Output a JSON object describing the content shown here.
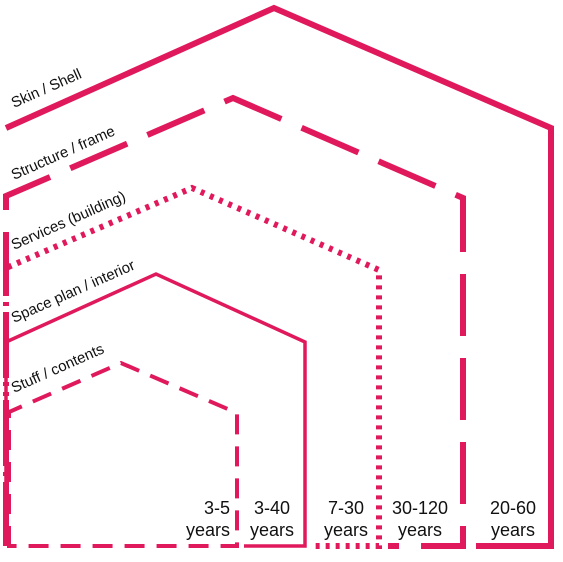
{
  "accent_color": "#e0185c",
  "text_color": "#111111",
  "layers": [
    {
      "label": "Skin / Shell",
      "years_range": "20-60",
      "years_unit": "years",
      "line_style": "solid"
    },
    {
      "label": "Structure / frame",
      "years_range": "30-120",
      "years_unit": "years",
      "line_style": "long-dash"
    },
    {
      "label": "Services (building)",
      "years_range": "7-30",
      "years_unit": "years",
      "line_style": "dotted"
    },
    {
      "label": "Space plan / interior",
      "years_range": "3-40",
      "years_unit": "years",
      "line_style": "solid"
    },
    {
      "label": "Stuff / contents",
      "years_range": "3-5",
      "years_unit": "years",
      "line_style": "dashed"
    }
  ]
}
